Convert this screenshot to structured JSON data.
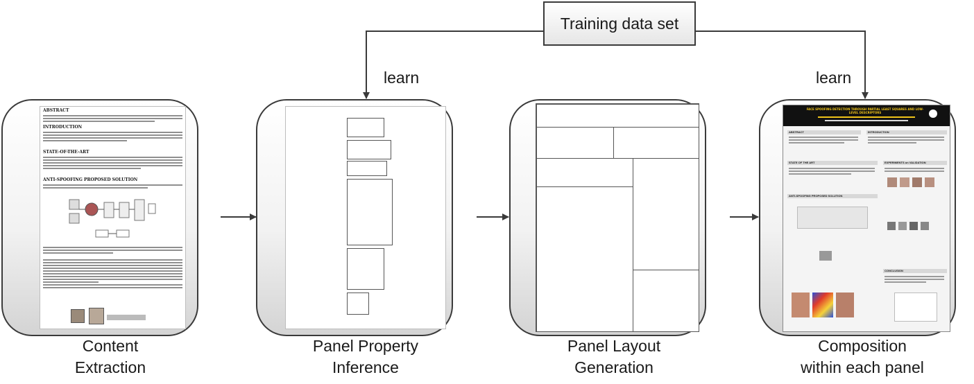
{
  "training_box": {
    "label": "Training data set"
  },
  "learn_labels": [
    "learn",
    "learn"
  ],
  "stages": [
    {
      "label_line1": "Content",
      "label_line2": "Extraction"
    },
    {
      "label_line1": "Panel Property",
      "label_line2": "Inference"
    },
    {
      "label_line1": "Panel Layout",
      "label_line2": "Generation"
    },
    {
      "label_line1": "Composition",
      "label_line2": "within each panel"
    }
  ],
  "document": {
    "sections": [
      "ABSTRACT",
      "INTRODUCTION",
      "STATE-OF-THE-ART",
      "ANTI-SPOOFING PROPOSED SOLUTION"
    ]
  },
  "poster": {
    "title": "FACE SPOOFING DETECTION THROUGH PARTIAL LEAST SQUARES AND LOW-LEVEL DESCRIPTORS",
    "sections": [
      "ABSTRACT",
      "INTRODUCTION",
      "STATE OF THE ART",
      "EXPERIMENTS on VALIDATION",
      "ANTI-SPOOFING PROPOSED SOLUTION",
      "CONCLUSION"
    ]
  },
  "colors": {
    "stroke": "#3a3a3a",
    "poster_header": "#111111",
    "poster_title": "#f0c419"
  }
}
